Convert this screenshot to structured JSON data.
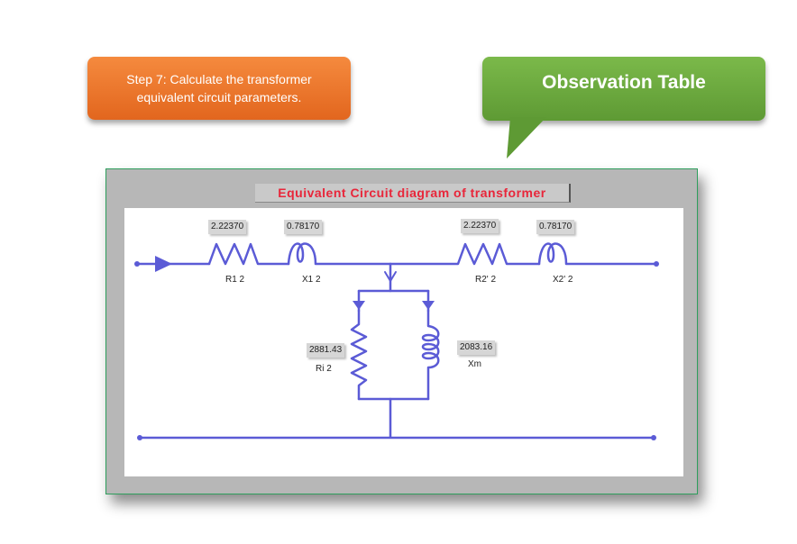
{
  "step": {
    "text": "Step 7: Calculate the transformer equivalent circuit parameters."
  },
  "callout": {
    "text": "Observation Table"
  },
  "panel": {
    "title": "Equivalent Circuit diagram of transformer"
  },
  "circuit": {
    "r1_value": "2.22370",
    "r1_label": "R1 2",
    "x1_value": "0.78170",
    "x1_label": "X1 2",
    "r2_value": "2.22370",
    "r2_label": "R2' 2",
    "x2_value": "0.78170",
    "x2_label": "X2' 2",
    "ri_value": "2881.43",
    "ri_label": "Ri 2",
    "xm_value": "2083.16",
    "xm_label": "Xm"
  },
  "colors": {
    "wire": "#5b5bd6",
    "orange": "#f07a30",
    "green": "#6aab3e",
    "title_red": "#e8263a"
  }
}
